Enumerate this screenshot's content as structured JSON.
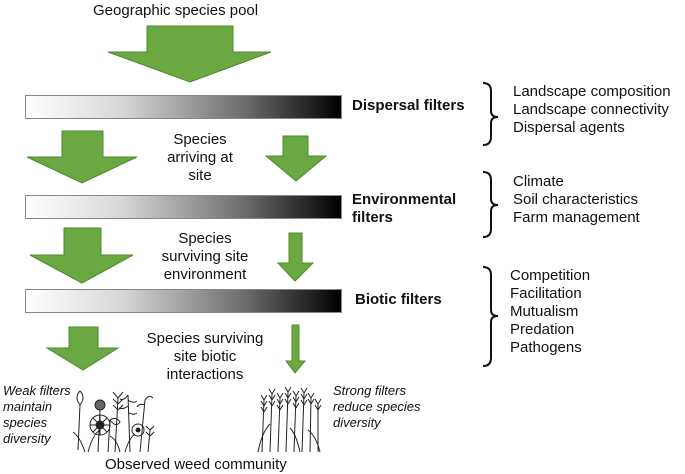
{
  "top_label": "Geographic species pool",
  "filters": [
    {
      "name": "Dispersal filters",
      "factors": [
        "Landscape composition",
        "Landscape connectivity",
        "Dispersal agents"
      ]
    },
    {
      "name": "Environmental filters",
      "factors": [
        "Climate",
        "Soil characteristics",
        "Farm management"
      ]
    },
    {
      "name": "Biotic filters",
      "factors": [
        "Competition",
        "Facilitation",
        "Mutualism",
        "Predation",
        "Pathogens"
      ]
    }
  ],
  "stage_labels": [
    [
      "Species",
      "arriving at",
      "site"
    ],
    [
      "Species",
      "surviving site",
      "environment"
    ],
    [
      "Species surviving",
      "site biotic",
      "interactions"
    ]
  ],
  "weak_note": [
    "Weak filters",
    "maintain",
    "species",
    "diversity"
  ],
  "strong_note": [
    "Strong filters",
    "reduce species",
    "diversity"
  ],
  "bottom_label": "Observed weed community",
  "colors": {
    "arrow_fill": "#6aa842",
    "arrow_stroke": "#4d8a2c",
    "bar_dark": "#000000",
    "bar_light": "#ffffff"
  }
}
